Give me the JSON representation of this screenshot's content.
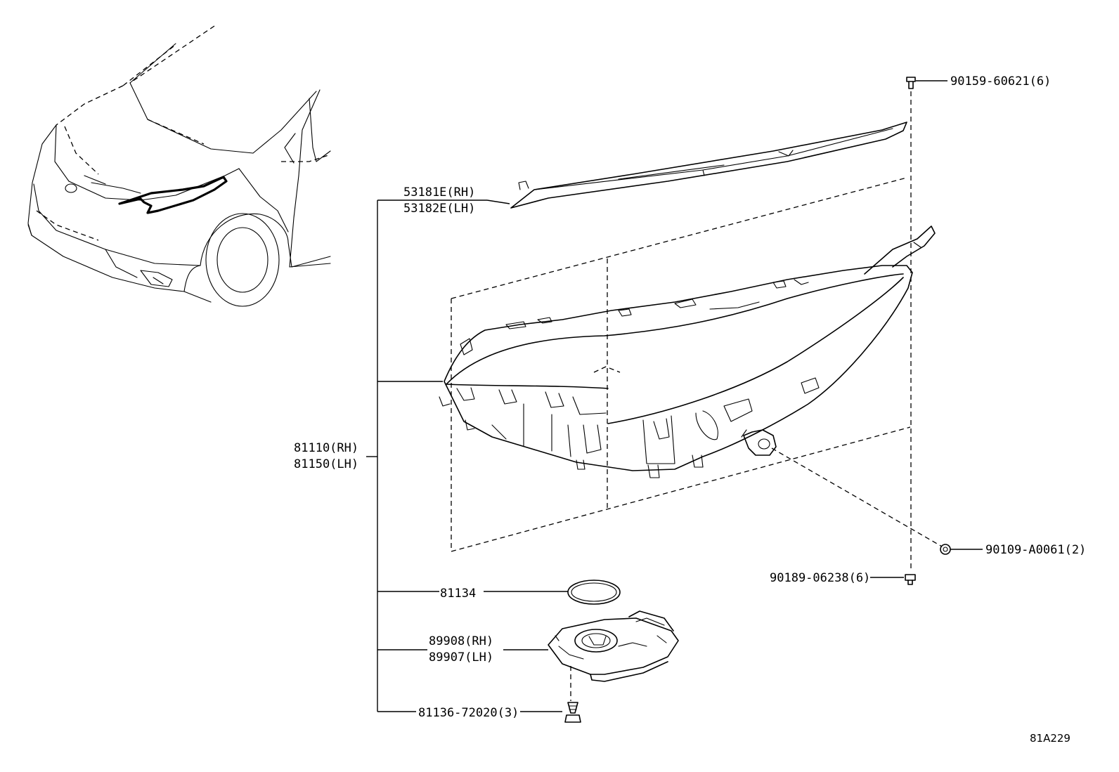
{
  "diagram_id": "81A229",
  "callouts": {
    "moulding_rh": "53181E(RH)",
    "moulding_lh": "53182E(LH)",
    "headlamp_rh": "81110(RH)",
    "headlamp_lh": "81150(LH)",
    "o_ring": "81134",
    "computer_rh": "89908(RH)",
    "computer_lh": "89907(LH)",
    "screw_computer": "81136-72020(3)",
    "bolt_top": "90159-60621(6)",
    "nut_side": "90109-A0061(2)",
    "bolt_bottom": "90189-06238(6)"
  }
}
